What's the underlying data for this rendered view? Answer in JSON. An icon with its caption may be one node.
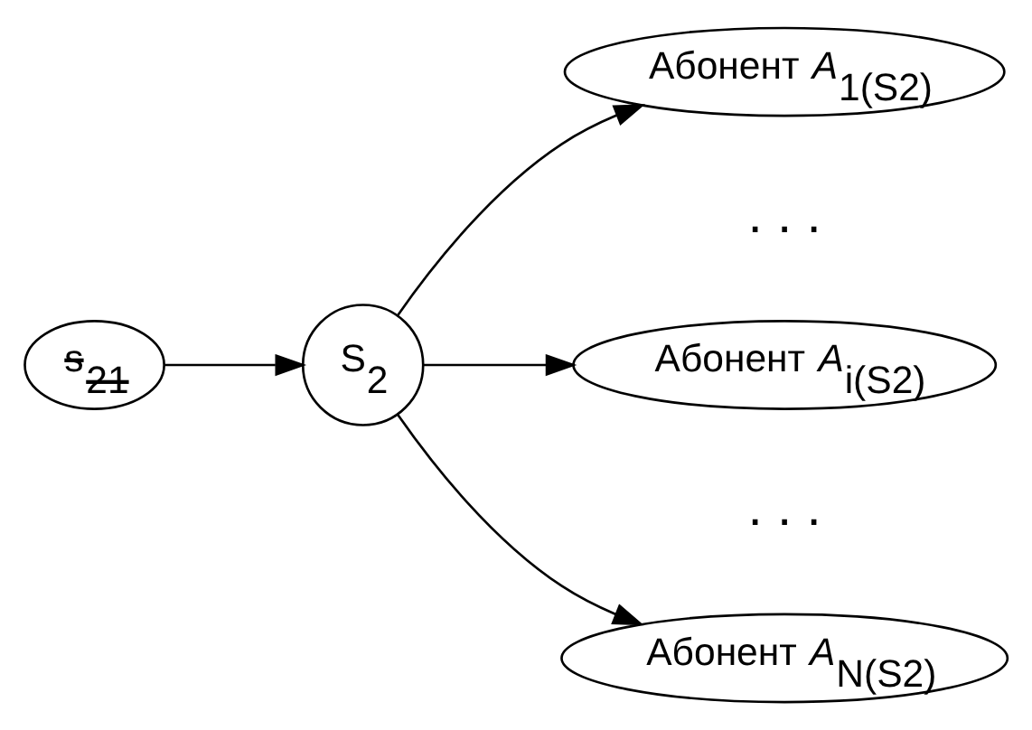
{
  "diagram": {
    "nodes": [
      {
        "text": [
          "s$_{21}$"
        ]
      },
      {
        "text": [
          "S$_{2}$"
        ]
      },
      {
        "text": [
          "Абонент *A*$_{1(S2)}$"
        ]
      },
      {
        "text": [
          "Абонент *A*$_{i(S2)}$"
        ]
      },
      {
        "text": [
          "Абонент *A*$_{N(S2)}$"
        ]
      }
    ],
    "edges": [
      {
        "from": 0,
        "to": 1,
        "arrow": "to"
      },
      {
        "from": 1,
        "to": 2,
        "arrow": "to"
      },
      {
        "from": 1,
        "to": 3,
        "arrow": "to"
      },
      {
        "from": 1,
        "to": 4,
        "arrow": "to"
      }
    ],
    "labels": [
      ". . .",
      ". . ."
    ]
  }
}
